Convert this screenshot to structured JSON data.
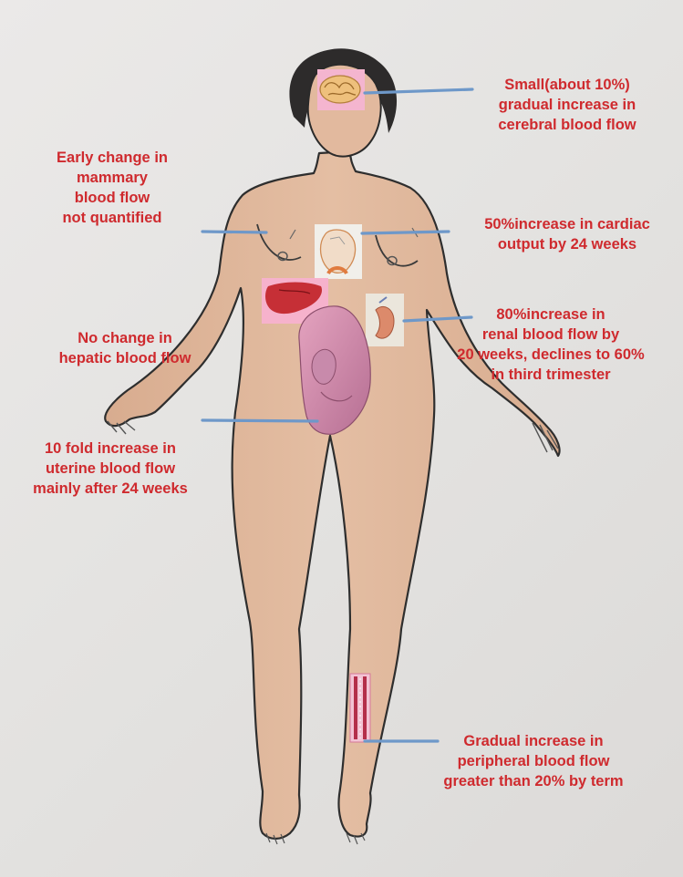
{
  "annotations": {
    "cerebral": {
      "organ": "brain-icon",
      "lines": [
        "Small(about 10%)",
        "gradual increase in",
        "cerebral blood flow"
      ]
    },
    "mammary": {
      "organ": "breast",
      "lines": [
        "Early change in",
        "mammary",
        "blood flow",
        "not quantified"
      ]
    },
    "cardiac": {
      "organ": "heart-icon",
      "lines": [
        "50%increase in cardiac",
        "output by 24 weeks"
      ]
    },
    "renal": {
      "organ": "kidney-icon",
      "lines": [
        "80%increase in",
        "renal blood flow by",
        "20 weeks, declines to 60%",
        "in third trimester"
      ]
    },
    "hepatic": {
      "organ": "liver-icon",
      "lines": [
        "No change in",
        "hepatic blood flow"
      ]
    },
    "uterine": {
      "organ": "uterus-icon",
      "lines": [
        "10 fold increase in",
        "uterine blood flow",
        "mainly after 24 weeks"
      ]
    },
    "peripheral": {
      "organ": "blood-vessel-icon",
      "lines": [
        "Gradual increase in",
        "peripheral blood flow",
        "greater than 20% by term"
      ]
    }
  },
  "colors": {
    "label_text": "#cf2a2e",
    "leader_line": "#6e98c9",
    "skin": "#dfb79c",
    "hair": "#2a2a2a",
    "paper": "#e6e4e2"
  }
}
